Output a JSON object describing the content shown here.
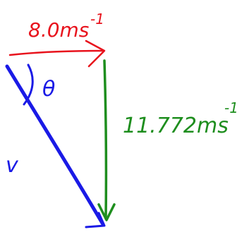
{
  "diagram": {
    "horizontal_velocity_label": "8.0ms",
    "horizontal_velocity_exp": "-1",
    "vertical_velocity_label": "11.772ms",
    "vertical_velocity_exp": "-1",
    "angle_label": "θ",
    "resultant_label": "v",
    "colors": {
      "horizontal": "#e8121c",
      "vertical": "#1e8e1e",
      "resultant": "#1a1ae6"
    }
  }
}
